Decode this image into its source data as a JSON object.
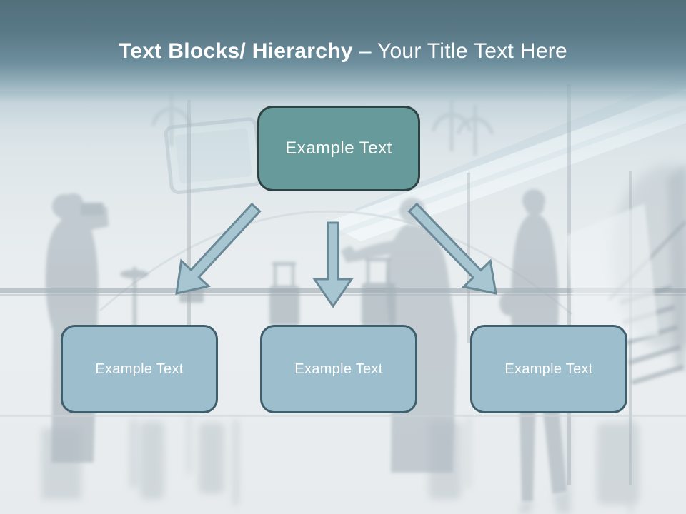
{
  "slide": {
    "title": {
      "emphasis": "Text Blocks/ Hierarchy",
      "rest": "– Your Title Text Here"
    },
    "hierarchy": {
      "root": {
        "label": "Example Text"
      },
      "children": [
        {
          "label": "Example Text"
        },
        {
          "label": "Example Text"
        },
        {
          "label": "Example Text"
        }
      ]
    },
    "background_scene": "Faded airport terminal photo: traveler silhouettes with luggage, airplane cockpit and boarding stairs behind a glass wall"
  },
  "colors": {
    "header_top": "#52707c",
    "header_mid": "#6d8e9d",
    "root_box_fill": "#679a9a",
    "root_box_border": "#2e4242",
    "child_box_fill": "#9dbecd",
    "child_box_border": "#3f5f6d",
    "arrow_fill": "#a8c5d2",
    "arrow_stroke": "#6b8a97",
    "title_color": "#ffffff",
    "box_text_color": "#ffffff"
  }
}
